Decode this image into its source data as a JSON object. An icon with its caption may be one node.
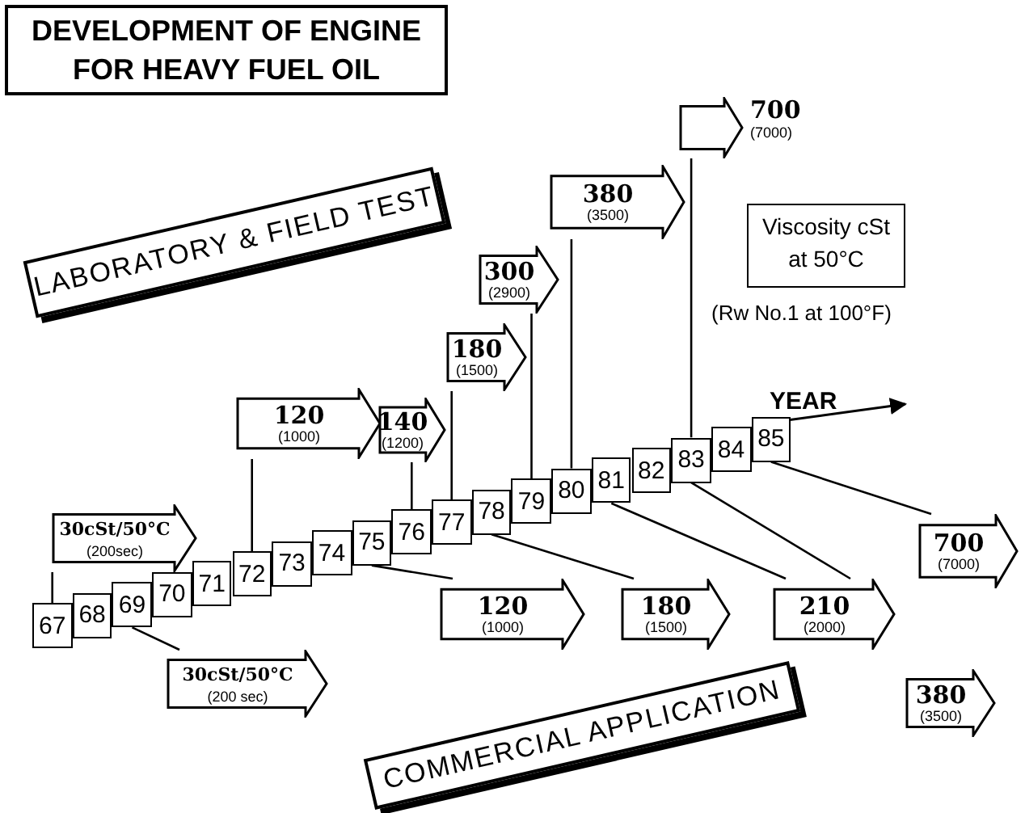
{
  "diagram": {
    "title": "DEVELOPMENT OF ENGINE FOR HEAVY FUEL OIL",
    "nodes": [
      {
        "text": [
          "LABORATORY & FIELD TEST"
        ]
      },
      {
        "text": [
          "30cSt/50°C",
          "(200sec)"
        ]
      },
      {
        "text": [
          "120",
          "(1000)"
        ]
      },
      {
        "text": [
          "140",
          "(1200)"
        ]
      },
      {
        "text": [
          "180",
          "(1500)"
        ]
      },
      {
        "text": [
          "300",
          "(2900)"
        ]
      },
      {
        "text": [
          "380",
          "(3500)"
        ]
      },
      {
        "text": [
          "700",
          "(7000)"
        ]
      },
      {
        "text": [
          "Viscosity cSt at 50°C"
        ]
      },
      {
        "text": [
          "67"
        ]
      },
      {
        "text": [
          "68"
        ]
      },
      {
        "text": [
          "69"
        ]
      },
      {
        "text": [
          "70"
        ]
      },
      {
        "text": [
          "71"
        ]
      },
      {
        "text": [
          "72"
        ]
      },
      {
        "text": [
          "73"
        ]
      },
      {
        "text": [
          "74"
        ]
      },
      {
        "text": [
          "75"
        ]
      },
      {
        "text": [
          "76"
        ]
      },
      {
        "text": [
          "77"
        ]
      },
      {
        "text": [
          "78"
        ]
      },
      {
        "text": [
          "79"
        ]
      },
      {
        "text": [
          "80"
        ]
      },
      {
        "text": [
          "81"
        ]
      },
      {
        "text": [
          "82"
        ]
      },
      {
        "text": [
          "83"
        ]
      },
      {
        "text": [
          "84"
        ]
      },
      {
        "text": [
          "85"
        ]
      },
      {
        "text": [
          "30cSt/50°C",
          "(200 sec)"
        ]
      },
      {
        "text": [
          "120",
          "(1000)"
        ]
      },
      {
        "text": [
          "180",
          "(1500)"
        ]
      },
      {
        "text": [
          "210",
          "(2000)"
        ]
      },
      {
        "text": [
          "380",
          "(3500)"
        ]
      },
      {
        "text": [
          "700",
          "(7000)"
        ]
      },
      {
        "text": [
          "COMMERCIAL APPLICATION"
        ]
      }
    ],
    "edges": [
      {
        "from": 9,
        "to": 1,
        "arrow": "none"
      },
      {
        "from": 14,
        "to": 2,
        "arrow": "none"
      },
      {
        "from": 18,
        "to": 3,
        "arrow": "none"
      },
      {
        "from": 19,
        "to": 4,
        "arrow": "none"
      },
      {
        "from": 21,
        "to": 5,
        "arrow": "none"
      },
      {
        "from": 22,
        "to": 6,
        "arrow": "none"
      },
      {
        "from": 25,
        "to": 7,
        "arrow": "none"
      },
      {
        "from": 11,
        "to": 28,
        "arrow": "none"
      },
      {
        "from": 17,
        "to": 29,
        "arrow": "none"
      },
      {
        "from": 20,
        "to": 30,
        "arrow": "none"
      },
      {
        "from": 23,
        "to": 31,
        "arrow": "none"
      },
      {
        "from": 25,
        "to": 31,
        "arrow": "none"
      },
      {
        "from": 27,
        "to": 33,
        "arrow": "none"
      }
    ],
    "labels": [
      "(Rw No.1 at 100°F)",
      "YEAR"
    ]
  }
}
